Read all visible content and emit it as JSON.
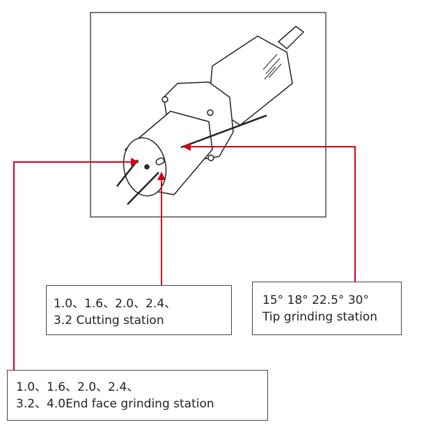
{
  "labels": {
    "cutting": {
      "line1": "1.0、1.6、2.0、2.4、",
      "line2": "3.2 Cutting station"
    },
    "tip": {
      "line1": "15°  18°  22.5°  30°",
      "line2": "Tip grinding station"
    },
    "end_face": {
      "line1": "1.0、1.6、2.0、2.4、",
      "line2": "3.2、4.0End face grinding station"
    }
  },
  "colors": {
    "arrow": "#d4001a",
    "outline": "#222222"
  }
}
